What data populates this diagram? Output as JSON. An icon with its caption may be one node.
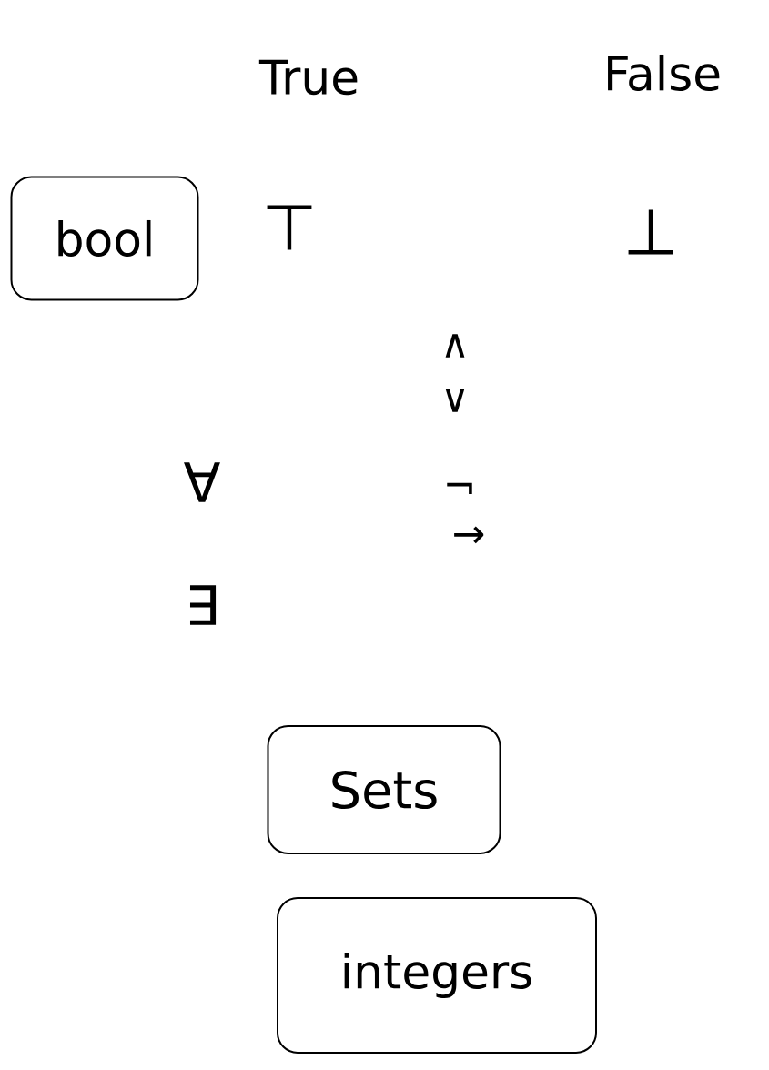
{
  "diagram": {
    "nodes": [
      {
        "text": [
          "bool"
        ]
      },
      {
        "text": [
          "Sets"
        ]
      },
      {
        "text": [
          "integers"
        ]
      }
    ],
    "labels": [
      "True",
      "False",
      "⊤",
      "⊥",
      "∧",
      "∨",
      "∀",
      "¬",
      "→",
      "∃"
    ]
  }
}
